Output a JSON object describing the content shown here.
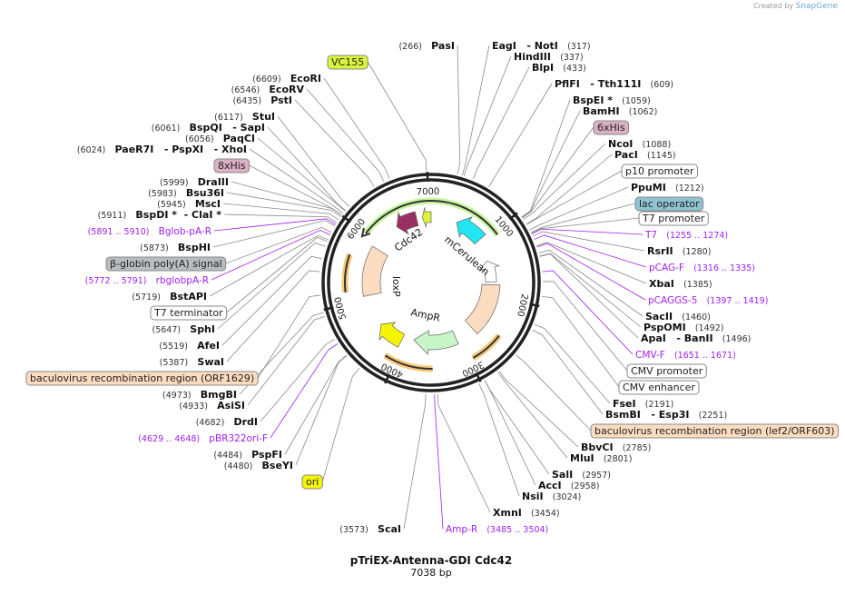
{
  "credit": {
    "prefix": "Created by",
    "brand": "SnapGene"
  },
  "plasmid": {
    "name": "pTriEX-Antenna-GDI Cdc42",
    "length": "7038 bp",
    "total_bp": 7038
  },
  "ticks": [
    "1000",
    "2000",
    "3000",
    "4000",
    "5000",
    "6000",
    "7000"
  ],
  "inner_labels": {
    "cdc42": "Cdc42",
    "mcerulean": "mCerulean",
    "ampr": "AmpR",
    "loxp": "loxP"
  },
  "annotations": [
    {
      "kind": "enzyme",
      "label": "PasI",
      "position": "(266)"
    },
    {
      "kind": "feature",
      "label": "VC155",
      "color": "#d9f53b"
    },
    {
      "kind": "enzyme",
      "label": "EcoRI",
      "position": "(6609)"
    },
    {
      "kind": "enzyme",
      "label": "EcoRV",
      "position": "(6546)"
    },
    {
      "kind": "enzyme",
      "label": "PstI",
      "position": "(6435)"
    },
    {
      "kind": "enzyme",
      "label": "StuI",
      "position": "(6117)"
    },
    {
      "kind": "enzyme",
      "label": "BspQI   - SapI",
      "position": "(6061)"
    },
    {
      "kind": "enzyme",
      "label": "PaqCI",
      "position": "(6056)"
    },
    {
      "kind": "enzyme",
      "label": "PaeR7I   - PspXI   - XhoI",
      "position": "(6024)"
    },
    {
      "kind": "feature",
      "label": "8xHis",
      "color": "#dbb0c4"
    },
    {
      "kind": "enzyme",
      "label": "DraIII",
      "position": "(5999)"
    },
    {
      "kind": "enzyme",
      "label": "Bsu36I",
      "position": "(5983)"
    },
    {
      "kind": "enzyme",
      "label": "MscI",
      "position": "(5945)"
    },
    {
      "kind": "enzyme",
      "label": "BspDI *  - ClaI *",
      "position": "(5911)"
    },
    {
      "kind": "primer",
      "label": "Bglob-pA-R",
      "position": "(5891 .. 5910)"
    },
    {
      "kind": "enzyme",
      "label": "BspHI",
      "position": "(5873)"
    },
    {
      "kind": "feature",
      "label": "β-globin poly(A) signal",
      "color": "#b8bcc2"
    },
    {
      "kind": "primer",
      "label": "rbglobpA-R",
      "position": "(5772 .. 5791)"
    },
    {
      "kind": "enzyme",
      "label": "BstAPI",
      "position": "(5719)"
    },
    {
      "kind": "feature",
      "label": "T7 terminator",
      "color": "#ffffff"
    },
    {
      "kind": "enzyme",
      "label": "SphI",
      "position": "(5647)"
    },
    {
      "kind": "enzyme",
      "label": "AfeI",
      "position": "(5519)"
    },
    {
      "kind": "enzyme",
      "label": "SwaI",
      "position": "(5387)"
    },
    {
      "kind": "feature",
      "label": "baculovirus recombination region (ORF1629)",
      "color": "#fbdcc0"
    },
    {
      "kind": "enzyme",
      "label": "BmgBI",
      "position": "(4973)"
    },
    {
      "kind": "enzyme",
      "label": "AsiSI",
      "position": "(4933)"
    },
    {
      "kind": "enzyme",
      "label": "DrdI",
      "position": "(4682)"
    },
    {
      "kind": "primer",
      "label": "pBR322ori-F",
      "position": "(4629 .. 4648)"
    },
    {
      "kind": "enzyme",
      "label": "PspFI",
      "position": "(4484)"
    },
    {
      "kind": "enzyme",
      "label": "BseYI",
      "position": "(4480)"
    },
    {
      "kind": "feature",
      "label": "ori",
      "color": "#f5f500"
    },
    {
      "kind": "enzyme",
      "label": "ScaI",
      "position": "(3573)"
    },
    {
      "kind": "primer",
      "label": "Amp-R",
      "position": "(3485 .. 3504)"
    },
    {
      "kind": "enzyme",
      "label": "XmnI",
      "position": "(3454)"
    },
    {
      "kind": "enzyme",
      "label": "NsiI",
      "position": "(3024)"
    },
    {
      "kind": "enzyme",
      "label": "AccI",
      "position": "(2958)"
    },
    {
      "kind": "enzyme",
      "label": "SalI",
      "position": "(2957)"
    },
    {
      "kind": "enzyme",
      "label": "MluI",
      "position": "(2801)"
    },
    {
      "kind": "enzyme",
      "label": "BbvCI",
      "position": "(2785)"
    },
    {
      "kind": "feature",
      "label": "baculovirus recombination region (lef2/ORF603)",
      "color": "#fbdcc0"
    },
    {
      "kind": "enzyme",
      "label": "BsmBI   - Esp3I",
      "position": "(2251)"
    },
    {
      "kind": "enzyme",
      "label": "FseI",
      "position": "(2191)"
    },
    {
      "kind": "feature",
      "label": "CMV enhancer",
      "color": "#ffffff"
    },
    {
      "kind": "feature",
      "label": "CMV promoter",
      "color": "#ffffff"
    },
    {
      "kind": "primer",
      "label": "CMV-F",
      "position": "(1651 .. 1671)"
    },
    {
      "kind": "enzyme",
      "label": "ApaI   - BanII",
      "position": "(1496)"
    },
    {
      "kind": "enzyme",
      "label": "PspOMI",
      "position": "(1492)"
    },
    {
      "kind": "enzyme",
      "label": "SacII",
      "position": "(1460)"
    },
    {
      "kind": "primer",
      "label": "pCAGGS-5",
      "position": "(1397 .. 1419)"
    },
    {
      "kind": "enzyme",
      "label": "XbaI",
      "position": "(1385)"
    },
    {
      "kind": "primer",
      "label": "pCAG-F",
      "position": "(1316 .. 1335)"
    },
    {
      "kind": "enzyme",
      "label": "RsrII",
      "position": "(1280)"
    },
    {
      "kind": "primer",
      "label": "T7",
      "position": "(1255 .. 1274)"
    },
    {
      "kind": "feature",
      "label": "T7 promoter",
      "color": "#ffffff"
    },
    {
      "kind": "feature",
      "label": "lac operator",
      "color": "#8fc4d3"
    },
    {
      "kind": "enzyme",
      "label": "PpuMI",
      "position": "(1212)"
    },
    {
      "kind": "feature",
      "label": "p10 promoter",
      "color": "#ffffff"
    },
    {
      "kind": "enzyme",
      "label": "PacI",
      "position": "(1145)"
    },
    {
      "kind": "enzyme",
      "label": "NcoI",
      "position": "(1088)"
    },
    {
      "kind": "feature",
      "label": "6xHis",
      "color": "#dbb0c4"
    },
    {
      "kind": "enzyme",
      "label": "BamHI",
      "position": "(1062)"
    },
    {
      "kind": "enzyme",
      "label": "BspEI *",
      "position": "(1059)"
    },
    {
      "kind": "enzyme",
      "label": "PflFI   - Tth111I",
      "position": "(609)"
    },
    {
      "kind": "enzyme",
      "label": "BlpI",
      "position": "(433)"
    },
    {
      "kind": "enzyme",
      "label": "HindIII",
      "position": "(337)"
    },
    {
      "kind": "enzyme",
      "label": "EagI   - NotI",
      "position": "(317)"
    }
  ],
  "colors": {
    "backbone": "#222222",
    "primer": "#a020f0",
    "leader": "#888888",
    "orf_highlight": "#f5c97a"
  }
}
